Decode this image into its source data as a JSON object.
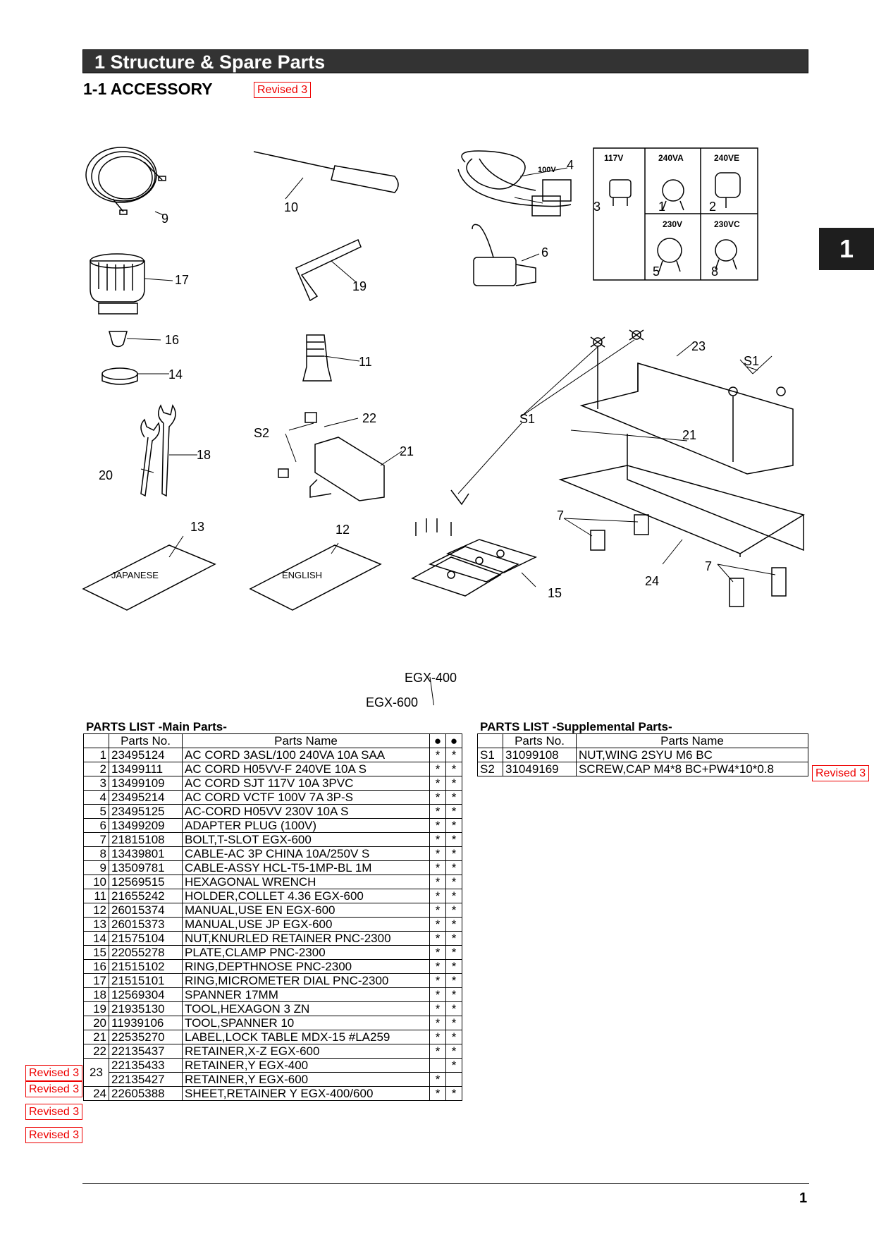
{
  "header": {
    "section_title": "1  Structure & Spare Parts",
    "subtitle": "1-1 ACCESSORY",
    "revised": "Revised 3"
  },
  "chapter_tab": "1",
  "diagram": {
    "labels": [
      "9",
      "10",
      "4",
      "3",
      "1",
      "2",
      "5",
      "8",
      "6",
      "17",
      "19",
      "16",
      "14",
      "11",
      "23",
      "S1",
      "22",
      "S2",
      "21",
      "S1",
      "18",
      "20",
      "21",
      "7",
      "13",
      "12",
      "7",
      "24",
      "15"
    ],
    "voltages": [
      "117V",
      "240VA",
      "240VE",
      "230V",
      "230VC",
      "100V"
    ],
    "manual_japanese": "JAPANESE",
    "manual_english": "ENGLISH",
    "model_egx400": "EGX-400",
    "model_egx600": "EGX-600"
  },
  "main_parts": {
    "title": "PARTS LIST  -Main Parts-",
    "col_no": "Parts No.",
    "col_name": "Parts Name",
    "dot": "●",
    "rows": [
      {
        "n": "1",
        "no": "23495124",
        "name": "AC CORD 3ASL/100 240VA 10A SAA",
        "a": "*",
        "b": "*"
      },
      {
        "n": "2",
        "no": "13499111",
        "name": "AC CORD H05VV-F 240VE 10A S",
        "a": "*",
        "b": "*"
      },
      {
        "n": "3",
        "no": "13499109",
        "name": "AC CORD SJT 117V 10A 3PVC",
        "a": "*",
        "b": "*"
      },
      {
        "n": "4",
        "no": "23495214",
        "name": "AC CORD VCTF 100V 7A 3P-S",
        "a": "*",
        "b": "*"
      },
      {
        "n": "5",
        "no": "23495125",
        "name": "AC-CORD H05VV 230V 10A S",
        "a": "*",
        "b": "*"
      },
      {
        "n": "6",
        "no": "13499209",
        "name": "ADAPTER PLUG  (100V)",
        "a": "*",
        "b": "*"
      },
      {
        "n": "7",
        "no": "21815108",
        "name": "BOLT,T-SLOT EGX-600",
        "a": "*",
        "b": "*"
      },
      {
        "n": "8",
        "no": "13439801",
        "name": "CABLE-AC 3P CHINA 10A/250V S",
        "a": "*",
        "b": "*"
      },
      {
        "n": "9",
        "no": "13509781",
        "name": "CABLE-ASSY HCL-T5-1MP-BL 1M",
        "a": "*",
        "b": "*"
      },
      {
        "n": "10",
        "no": "12569515",
        "name": "HEXAGONAL WRENCH",
        "a": "*",
        "b": "*"
      },
      {
        "n": "11",
        "no": "21655242",
        "name": "HOLDER,COLLET 4.36 EGX-600",
        "a": "*",
        "b": "*"
      },
      {
        "n": "12",
        "no": "26015374",
        "name": "MANUAL,USE EN EGX-600",
        "a": "*",
        "b": "*"
      },
      {
        "n": "13",
        "no": "26015373",
        "name": "MANUAL,USE JP EGX-600",
        "a": "*",
        "b": "*"
      },
      {
        "n": "14",
        "no": "21575104",
        "name": "NUT,KNURLED RETAINER PNC-2300",
        "a": "*",
        "b": "*"
      },
      {
        "n": "15",
        "no": "22055278",
        "name": "PLATE,CLAMP PNC-2300",
        "a": "*",
        "b": "*"
      },
      {
        "n": "16",
        "no": "21515102",
        "name": "RING,DEPTHNOSE PNC-2300",
        "a": "*",
        "b": "*"
      },
      {
        "n": "17",
        "no": "21515101",
        "name": "RING,MICROMETER DIAL PNC-2300",
        "a": "*",
        "b": "*"
      },
      {
        "n": "18",
        "no": "12569304",
        "name": "SPANNER 17MM",
        "a": "*",
        "b": "*"
      },
      {
        "n": "19",
        "no": "21935130",
        "name": "TOOL,HEXAGON 3 ZN",
        "a": "*",
        "b": "*"
      },
      {
        "n": "20",
        "no": "11939106",
        "name": "TOOL,SPANNER 10",
        "a": "*",
        "b": "*"
      },
      {
        "n": "21",
        "no": "22535270",
        "name": "LABEL,LOCK TABLE MDX-15 #LA259",
        "a": "*",
        "b": "*"
      },
      {
        "n": "22",
        "no": "22135437",
        "name": "RETAINER,X-Z EGX-600",
        "a": "*",
        "b": "*"
      },
      {
        "n": "23",
        "no": "22135433",
        "name": "RETAINER,Y EGX-400",
        "a": "",
        "b": "*"
      },
      {
        "n": "",
        "no": "22135427",
        "name": "RETAINER,Y EGX-600",
        "a": "*",
        "b": ""
      },
      {
        "n": "24",
        "no": "22605388",
        "name": "SHEET,RETAINER Y EGX-400/600",
        "a": "*",
        "b": "*"
      }
    ]
  },
  "supp_parts": {
    "title": "PARTS LIST  -Supplemental Parts-",
    "col_no": "Parts No.",
    "col_name": "Parts Name",
    "rows": [
      {
        "n": "S1",
        "no": "31099108",
        "name": "NUT,WING 2SYU M6 BC"
      },
      {
        "n": "S2",
        "no": "31049169",
        "name": "SCREW,CAP M4*8 BC+PW4*10*0.8"
      }
    ]
  },
  "footer": {
    "page": "1"
  }
}
